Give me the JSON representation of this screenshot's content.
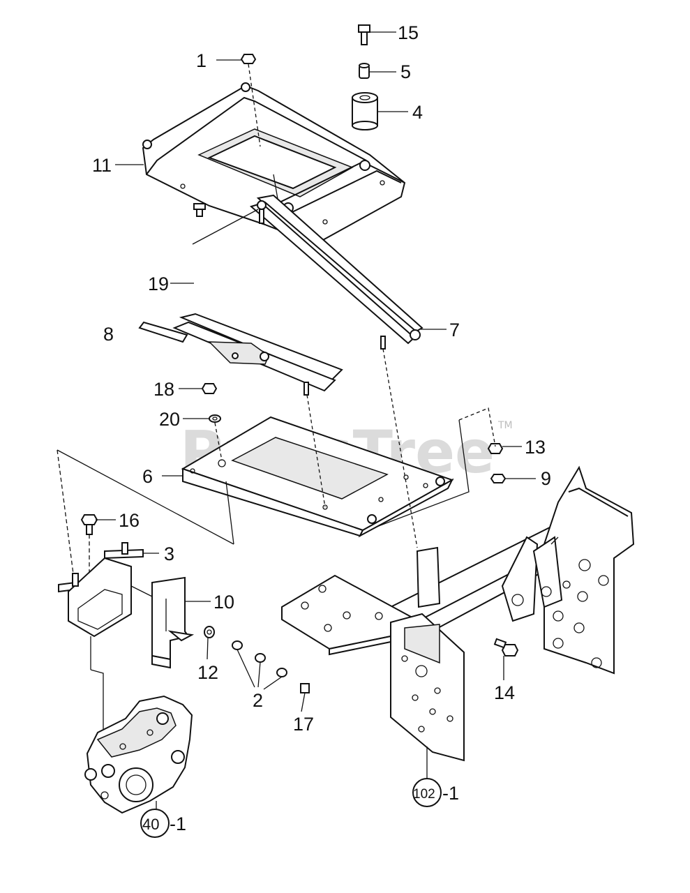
{
  "watermark": {
    "text": "PartsTree",
    "trademark": "TM"
  },
  "callouts": {
    "c1": "1",
    "c2": "2",
    "c3": "3",
    "c4": "4",
    "c5": "5",
    "c6": "6",
    "c7": "7",
    "c8": "8",
    "c9": "9",
    "c10": "10",
    "c11": "11",
    "c12": "12",
    "c13": "13",
    "c14": "14",
    "c15": "15",
    "c16": "16",
    "c17": "17",
    "c18": "18",
    "c19": "19",
    "c20": "20"
  },
  "references": {
    "pump_group": "40",
    "pump_suffix": "-1",
    "frame_group": "102",
    "frame_suffix": "-1"
  }
}
